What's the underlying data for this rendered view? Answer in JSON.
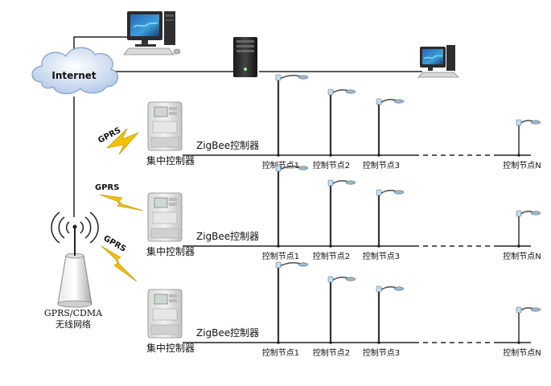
{
  "network": {
    "internet_label": "Internet",
    "tower_label_line1": "GPRS/CDMA",
    "tower_label_line2": "无线网络"
  },
  "links": [
    {
      "label": "GPRS"
    },
    {
      "label": "GPRS"
    },
    {
      "label": "GPRS"
    }
  ],
  "rows": [
    {
      "concentrator_label": "集中控制器",
      "zigbee_label": "ZigBee控制器",
      "nodes": [
        "控制节点1",
        "控制节点2",
        "控制节点3",
        "控制节点N"
      ]
    },
    {
      "concentrator_label": "集中控制器",
      "zigbee_label": "ZigBee控制器",
      "nodes": [
        "控制节点1",
        "控制节点2",
        "控制节点3",
        "控制节点N"
      ]
    },
    {
      "concentrator_label": "集中控制器",
      "zigbee_label": "ZigBee控制器",
      "nodes": [
        "控制节点1",
        "控制节点2",
        "控制节点3",
        "控制节点N"
      ]
    }
  ],
  "colors": {
    "cloud": "#c9d9ee",
    "lightning": "#f2c200",
    "line": "#222222",
    "pole": "#333333"
  }
}
